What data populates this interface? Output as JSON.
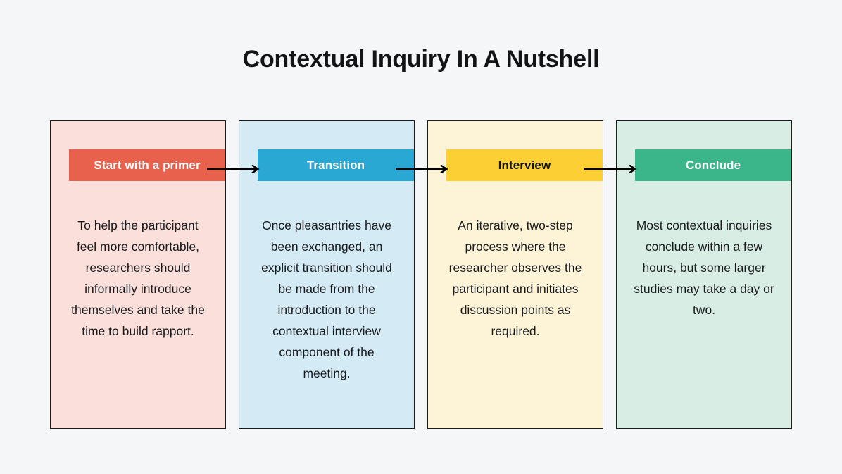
{
  "page": {
    "background_color": "#f5f6f8",
    "title": "Contextual Inquiry In A Nutshell"
  },
  "chart_data": {
    "type": "diagram",
    "subtype": "horizontal-process-flow",
    "title": "Contextual Inquiry In A Nutshell",
    "step_count": 4,
    "connector": "arrow-right",
    "steps": [
      {
        "label": "Start with a primer",
        "body": "To help the participant feel more comfortable, researchers should informally introduce themselves and take the time to build rapport.",
        "header_color": "#e8614d",
        "header_text_color": "#ffffff",
        "card_color": "#fbdfda"
      },
      {
        "label": "Transition",
        "body": "Once pleasantries have been exchanged, an explicit transition should be made from the introduction to the contextual interview component of the meeting.",
        "header_color": "#29a8d4",
        "header_text_color": "#ffffff",
        "card_color": "#d4ebf6"
      },
      {
        "label": "Interview",
        "body": "An iterative, two-step process where the researcher observes the participant and initiates discussion points as required.",
        "header_color": "#fcd034",
        "header_text_color": "#141414",
        "card_color": "#fdf3d7"
      },
      {
        "label": "Conclude",
        "body": "Most contextual inquiries conclude within a few hours, but some larger studies may take a day or two.",
        "header_color": "#3bb68b",
        "header_text_color": "#ffffff",
        "card_color": "#d8eee4"
      }
    ]
  }
}
